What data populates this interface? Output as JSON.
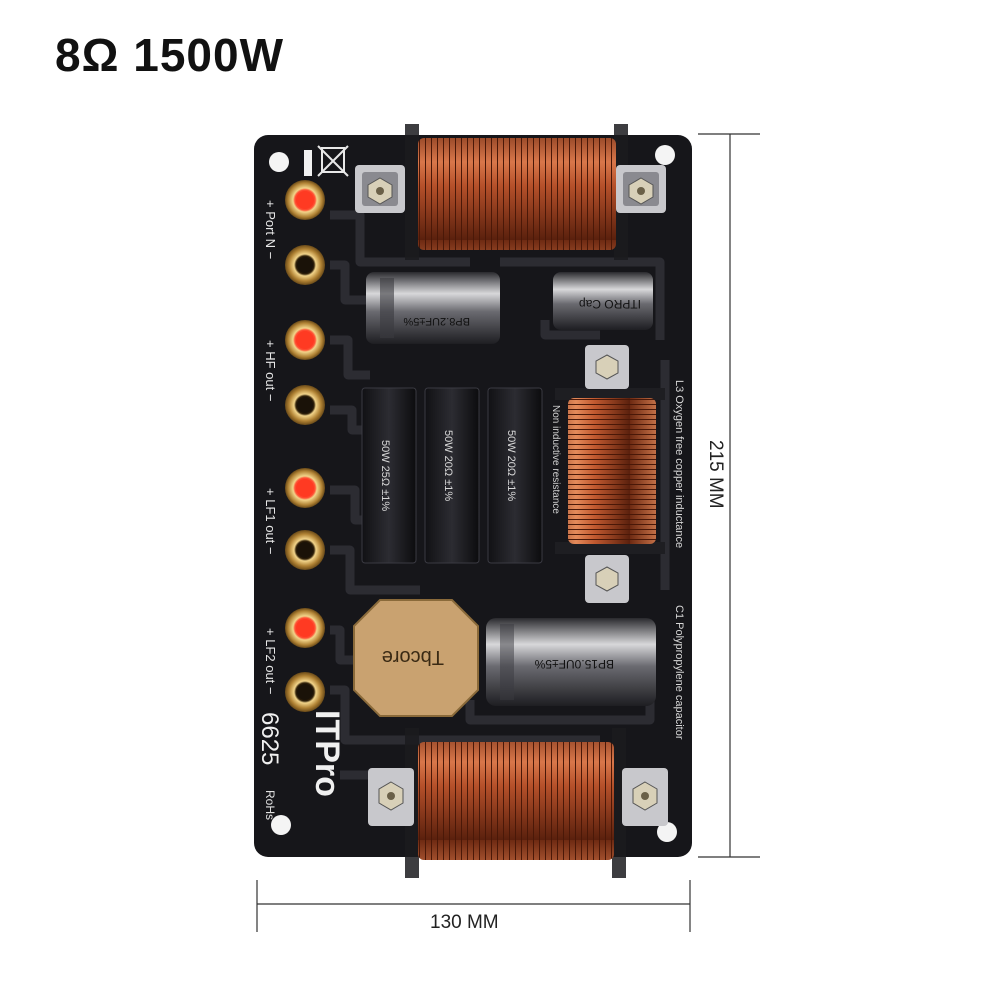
{
  "title": "8Ω 1500W",
  "dimensions": {
    "width": "130 MM",
    "height": "215 MM"
  },
  "terminals": [
    {
      "label": "+ Port N −",
      "polarity": "positive"
    },
    {
      "label": "+ Port N −",
      "polarity": "negative"
    },
    {
      "label": "+ HF out −",
      "polarity": "positive"
    },
    {
      "label": "+ HF out −",
      "polarity": "negative"
    },
    {
      "label": "+ LF1 out −",
      "polarity": "positive"
    },
    {
      "label": "+ LF1 out −",
      "polarity": "negative"
    },
    {
      "label": "+ LF2 out −",
      "polarity": "positive"
    },
    {
      "label": "+ LF2 out −",
      "polarity": "negative"
    }
  ],
  "board": {
    "brand": "ITPro",
    "model": "6625",
    "rohs": "RoHs",
    "resistors": [
      "50W 25Ω ±1%",
      "50W 20Ω ±1%",
      "50W 20Ω ±1%"
    ],
    "cap_top_left": "BP8.2UF±5%",
    "cap_top_right": "ITPRO Cap",
    "cap_bottom": "BP15.0UF±5%",
    "core_label": "Tbcore",
    "labels": {
      "l3": "L3 Oxygen free copper inductance",
      "c1": "C1 Polypropylene capacitor",
      "res": "Non inductive resistance"
    }
  },
  "colors": {
    "board": "#16161a",
    "copper": "#b5502a",
    "terminal_red": "#e53a2a",
    "gold": "#c49a4a"
  }
}
